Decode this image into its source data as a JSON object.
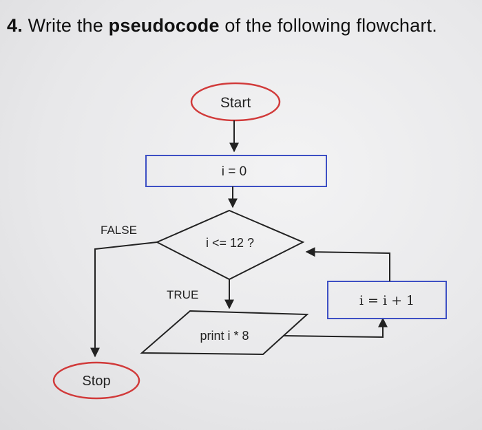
{
  "question": {
    "number": "4.",
    "prefix": "Write the",
    "bold_word": "pseudocode",
    "suffix": "of the following flowchart."
  },
  "flowchart": {
    "start": "Start",
    "init": "i = 0",
    "condition": "i <= 12 ?",
    "false_label": "FALSE",
    "true_label": "TRUE",
    "output": "print i * 8",
    "increment": "i = i + 1",
    "stop": "Stop"
  },
  "colors": {
    "terminal_stroke": "#d13a3a",
    "process_stroke": "#3d4fc4",
    "line": "#222222"
  }
}
